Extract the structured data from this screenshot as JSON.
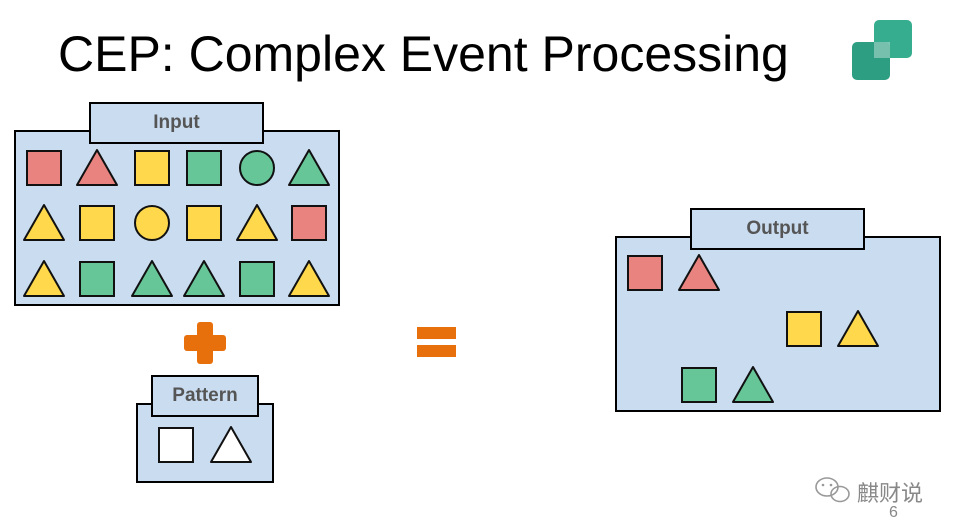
{
  "slide": {
    "title": "CEP: Complex Event Processing",
    "page_number": "6"
  },
  "input": {
    "label": "Input",
    "rows": [
      [
        {
          "shape": "square",
          "color": "red"
        },
        {
          "shape": "triangle",
          "color": "red"
        },
        {
          "shape": "square",
          "color": "yellow"
        },
        {
          "shape": "square",
          "color": "green"
        },
        {
          "shape": "circle",
          "color": "green"
        },
        {
          "shape": "triangle",
          "color": "green"
        }
      ],
      [
        {
          "shape": "triangle",
          "color": "yellow"
        },
        {
          "shape": "square",
          "color": "yellow"
        },
        {
          "shape": "circle",
          "color": "yellow"
        },
        {
          "shape": "square",
          "color": "yellow"
        },
        {
          "shape": "triangle",
          "color": "yellow"
        },
        {
          "shape": "square",
          "color": "red"
        }
      ],
      [
        {
          "shape": "triangle",
          "color": "yellow"
        },
        {
          "shape": "square",
          "color": "green"
        },
        {
          "shape": "triangle",
          "color": "green"
        },
        {
          "shape": "triangle",
          "color": "green"
        },
        {
          "shape": "square",
          "color": "green"
        },
        {
          "shape": "triangle",
          "color": "yellow"
        }
      ]
    ]
  },
  "pattern": {
    "label": "Pattern",
    "items": [
      {
        "shape": "square",
        "color": "white"
      },
      {
        "shape": "triangle",
        "color": "white"
      }
    ]
  },
  "output": {
    "label": "Output",
    "pairs": [
      [
        {
          "shape": "square",
          "color": "red"
        },
        {
          "shape": "triangle",
          "color": "red"
        }
      ],
      [
        {
          "shape": "square",
          "color": "yellow"
        },
        {
          "shape": "triangle",
          "color": "yellow"
        }
      ],
      [
        {
          "shape": "square",
          "color": "green"
        },
        {
          "shape": "triangle",
          "color": "green"
        }
      ]
    ]
  },
  "operators": {
    "plus": "plus-icon",
    "equals": "equals-icon"
  },
  "watermark": {
    "text": "麒财说",
    "icon": "wechat-icon"
  },
  "colors": {
    "red": "#e8837f",
    "yellow": "#ffd84c",
    "green": "#67c698",
    "white": "#ffffff",
    "panel": "#c9dcf0",
    "operator": "#e8700c",
    "logo_light": "#3aa88a",
    "logo_dark": "#2e9e82"
  }
}
